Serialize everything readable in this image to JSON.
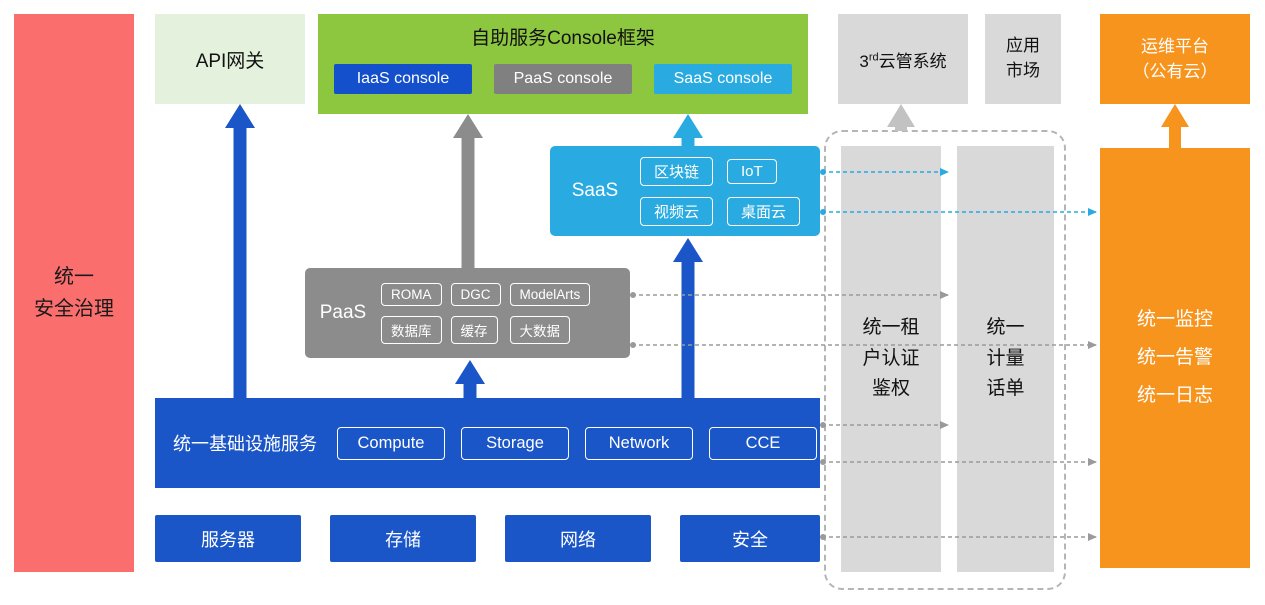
{
  "colors": {
    "red": "#fa6e6e",
    "pale_green": "#e4f1dc",
    "green": "#8dc63f",
    "blue": "#1a56c8",
    "dark_blue_button": "#1450cc",
    "cyan": "#29abe2",
    "gray": "#8c8c8c",
    "gray_button": "#808080",
    "light_gray": "#d9d9d9",
    "orange": "#f7941e"
  },
  "security_bar": {
    "label": "统一\n安全治理"
  },
  "api_gateway": {
    "label": "API网关"
  },
  "console": {
    "title": "自助服务Console框架",
    "items": [
      "IaaS console",
      "PaaS console",
      "SaaS console"
    ]
  },
  "third_party": {
    "num": "3",
    "sup": "rd",
    "text": "云管系统"
  },
  "app_market": {
    "label": "应用\n市场"
  },
  "om_platform": {
    "label": "运维平台\n（公有云）"
  },
  "saas": {
    "label": "SaaS",
    "items": [
      "区块链",
      "IoT",
      "视频云",
      "桌面云"
    ]
  },
  "paas": {
    "label": "PaaS",
    "items": [
      "ROMA",
      "DGC",
      "ModelArts",
      "数据库",
      "缓存",
      "大数据"
    ]
  },
  "iaas": {
    "label": "统一基础设施服务",
    "items": [
      "Compute",
      "Storage",
      "Network",
      "CCE"
    ]
  },
  "hardware": {
    "items": [
      "服务器",
      "存储",
      "网络",
      "安全"
    ]
  },
  "auth_bar": {
    "label": "统一租\n户认证\n鉴权"
  },
  "billing_bar": {
    "label": "统一\n计量\n话单"
  },
  "monitor": {
    "label": "统一监控\n统一告警\n统一日志"
  }
}
